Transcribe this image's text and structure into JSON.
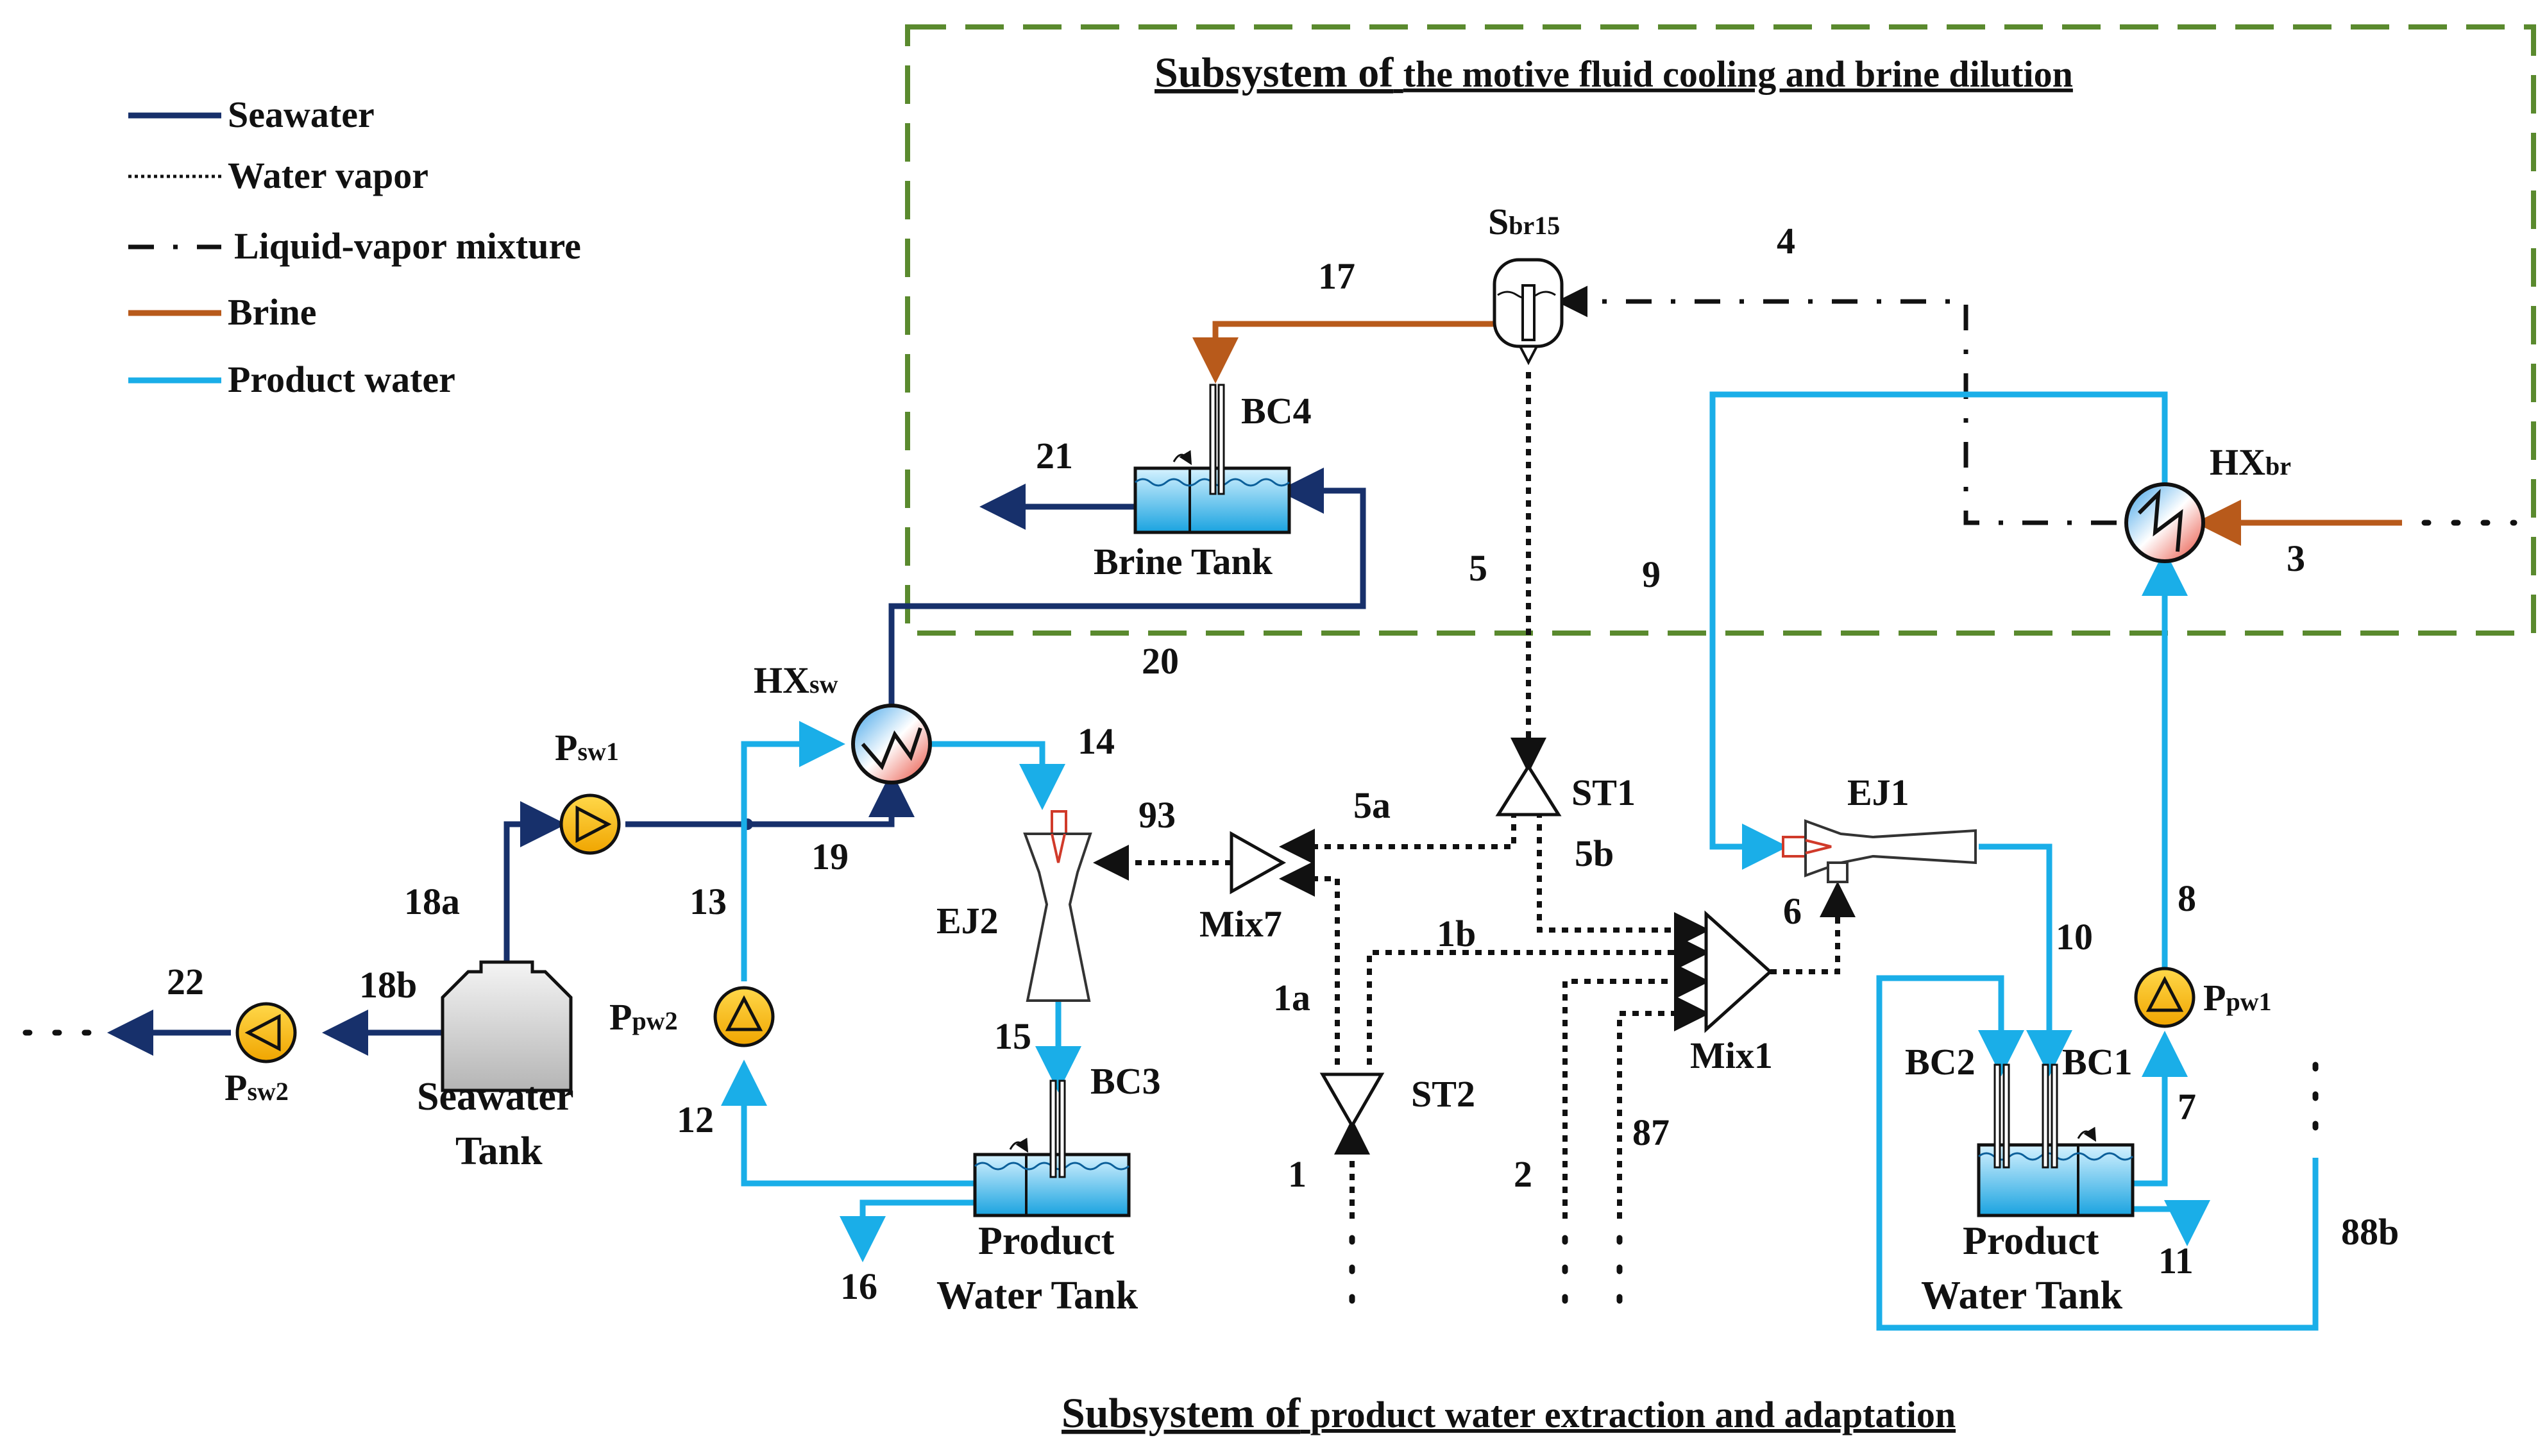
{
  "titles": {
    "top_prefix": "Subsystem of",
    "top_rest": "the motive fluid cooling and brine dilution",
    "bottom_prefix": "Subsystem of",
    "bottom_rest": "product water extraction and adaptation"
  },
  "legend": [
    {
      "label": "Seawater",
      "color": "#17306b",
      "style": "solid"
    },
    {
      "label": "Water vapor",
      "color": "#111111",
      "style": "dotted"
    },
    {
      "label": "Liquid-vapor mixture",
      "color": "#111111",
      "style": "dash-dot"
    },
    {
      "label": "Brine",
      "color": "#b85a1b",
      "style": "solid"
    },
    {
      "label": "Product water",
      "color": "#1aaee8",
      "style": "solid"
    }
  ],
  "components": {
    "sbr_main": "S",
    "sbr_sub": "br15",
    "bc4": "BC4",
    "brine_tank": "Brine Tank",
    "hxbr_main": "HX",
    "hxbr_sub": "br",
    "hxsw_main": "HX",
    "hxsw_sub": "sw",
    "psw1_main": "P",
    "psw1_sub": "sw1",
    "psw2_main": "P",
    "psw2_sub": "sw2",
    "ppw2_main": "P",
    "ppw2_sub": "pw2",
    "ppw1_main": "P",
    "ppw1_sub": "pw1",
    "seawater_tank_l1": "Seawater",
    "seawater_tank_l2": "Tank",
    "ej2": "EJ2",
    "ej1": "EJ1",
    "bc3": "BC3",
    "bc2": "BC2",
    "bc1": "BC1",
    "product_tank_left_l1": "Product",
    "product_tank_left_l2": "Water Tank",
    "product_tank_right_l1": "Product",
    "product_tank_right_l2": "Water Tank",
    "st1": "ST1",
    "st2": "ST2",
    "mix7": "Mix7",
    "mix1": "Mix1"
  },
  "streams": [
    "1",
    "1a",
    "1b",
    "2",
    "3",
    "4",
    "5",
    "5a",
    "5b",
    "6",
    "7",
    "8",
    "9",
    "10",
    "11",
    "12",
    "13",
    "14",
    "15",
    "16",
    "17",
    "18a",
    "18b",
    "19",
    "20",
    "21",
    "22",
    "87",
    "88b",
    "93"
  ]
}
